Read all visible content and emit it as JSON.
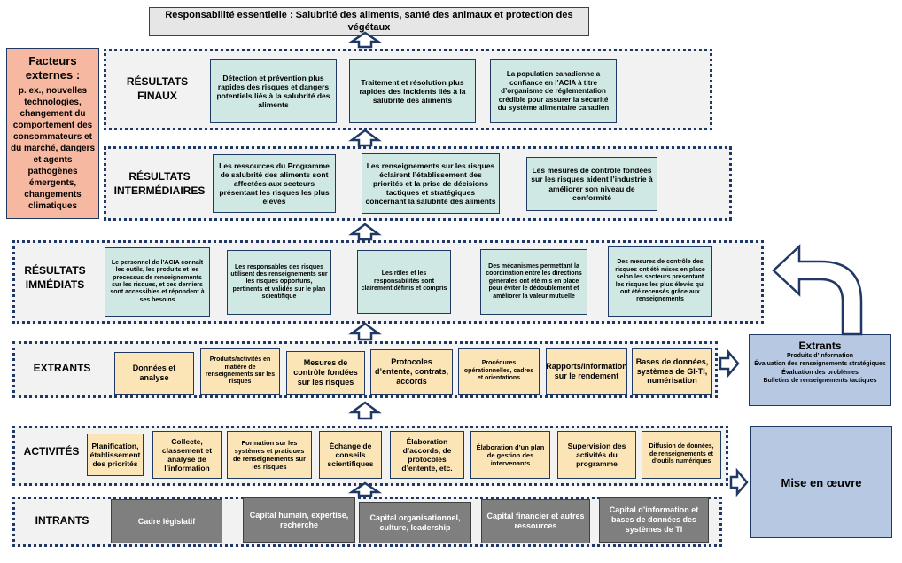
{
  "title": "Responsabilité essentielle : Salubrité des aliments, santé des animaux et protection des végétaux",
  "external_factors": {
    "title": "Facteurs externes :",
    "body": "p. ex., nouvelles technologies, changement du comportement des consommateurs et du marché, dangers et agents pathogènes émergents, changements climatiques"
  },
  "rows": {
    "final": {
      "label": "RÉSULTATS\nFINAUX",
      "boxes": [
        "Détection et prévention plus rapides des risques et dangers potentiels liés à la salubrité des aliments",
        "Traitement et résolution plus rapides des incidents liés à la salubrité des aliments",
        "La population canadienne a confiance en l’ACIA à titre d’organisme de réglementation crédible pour assurer la sécurité du système alimentaire canadien"
      ]
    },
    "intermediate": {
      "label": "RÉSULTATS\nINTERMÉDIAIRES",
      "boxes": [
        "Les ressources du Programme de salubrité des aliments sont affectées aux secteurs présentant les risques les plus élevés",
        "Les renseignements sur les risques éclairent l’établissement des priorités et la prise de décisions tactiques et stratégiques concernant la salubrité des aliments",
        "Les mesures de contrôle fondées sur les risques aident l’industrie à améliorer son niveau de conformité"
      ]
    },
    "immediate": {
      "label": "RÉSULTATS\nIMMÉDIATS",
      "boxes": [
        "Le personnel de l’ACIA connaît les outils, les produits et les processus de renseignements sur les risques, et ces derniers sont accessibles et répondent à ses besoins",
        "Les responsables des risques utilisent des renseignements sur les risques opportuns, pertinents et validés sur le plan scientifique",
        "Les rôles et les responsabilités sont clairement définis et compris",
        "Des mécanismes permettant la coordination entre les directions générales ont été mis en place pour éviter le dédoublement et améliorer la valeur mutuelle",
        "Des mesures de contrôle des risques ont été mises en place selon les secteurs présentant les risques les plus élevés qui ont été recensés grâce aux renseignements"
      ]
    },
    "outputs": {
      "label": "EXTRANTS",
      "boxes": [
        "Données et analyse",
        "Produits/activités en matière de renseignements sur les risques",
        "Mesures de contrôle fondées sur les risques",
        "Protocoles d’entente, contrats, accords",
        "Procédures opérationnelles, cadres et orientations",
        "Rapports/information sur le rendement",
        "Bases de données, systèmes de GI-TI, numérisation"
      ]
    },
    "activities": {
      "label": "ACTIVITÉS",
      "boxes": [
        "Planification, établissement des priorités",
        "Collecte, classement et analyse de l’information",
        "Formation sur les systèmes et pratiques de renseignements sur les risques",
        "Échange de conseils scientifiques",
        "Élaboration d’accords, de protocoles d’entente, etc.",
        "Élaboration d’un plan de gestion des intervenants",
        "Supervision des activités du programme",
        "Diffusion de données, de renseignements et d’outils numériques"
      ]
    },
    "inputs": {
      "label": "INTRANTS",
      "boxes": [
        "Cadre législatif",
        "Capital humain, expertise, recherche",
        "Capital organisationnel, culture, leadership",
        "Capital financier et autres ressources",
        "Capital d’information et bases de données des systèmes de TI"
      ]
    }
  },
  "right_panel": {
    "outputs_title": "Extrants",
    "outputs_items": [
      "Produits d’information",
      "Évaluation des renseignements stratégiques",
      "Évaluation des problèmes",
      "Bulletins de renseignements tactiques"
    ],
    "implementation": "Mise en œuvre"
  },
  "colors": {
    "teal": "#cfe8e3",
    "yellow": "#fbe5b6",
    "grey": "#7f7f7f",
    "blue_panel": "#b7c9e2",
    "external": "#f6b8a0",
    "border": "#1f3864"
  }
}
